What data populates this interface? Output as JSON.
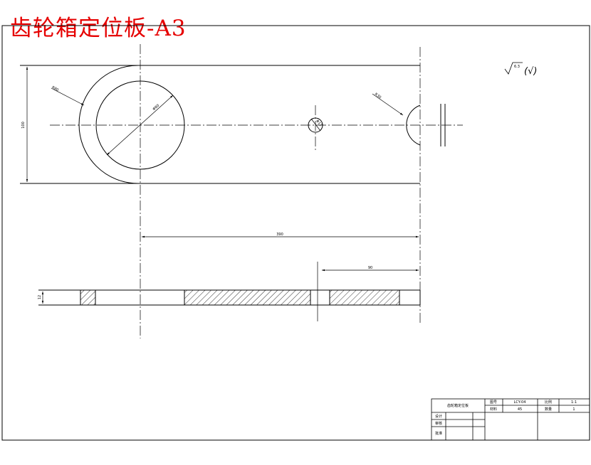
{
  "title": "齿轮箱定位板-A3",
  "dimensions": {
    "big_radius": "R80",
    "big_diameter": "Φ80",
    "small_hole": "Φ12",
    "right_radius": "R30",
    "plate_width": "100",
    "hole_spacing": "390",
    "offset": "90",
    "thickness": "12"
  },
  "roughness": {
    "value": "6.3",
    "suffix": "(√)"
  },
  "title_block": {
    "part_name": "齿轮箱定位板",
    "drawing_no_label": "图号",
    "drawing_no": "LCY-04",
    "scale_label": "比例",
    "scale": "1:1",
    "material_label": "材料",
    "material": "45",
    "quantity_label": "数量",
    "quantity": "1",
    "designer_label": "设计",
    "checker_label": "审核",
    "approver_label": "批准"
  }
}
